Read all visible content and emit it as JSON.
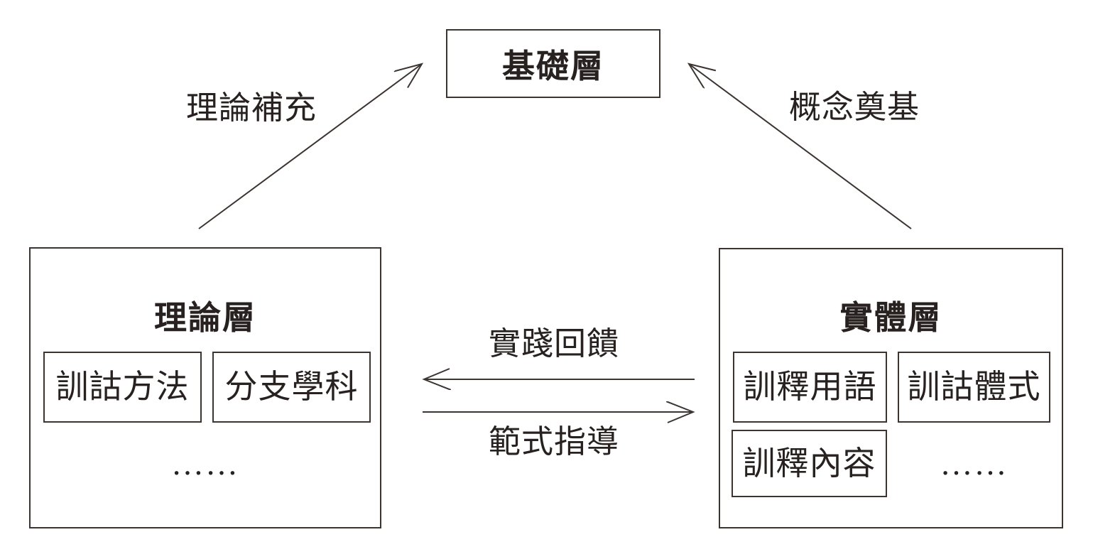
{
  "diagram": {
    "top_box": {
      "title": "基礎層"
    },
    "left_box": {
      "title": "理論層",
      "items": [
        "訓詁方法",
        "分支學科"
      ],
      "ellipsis": "……"
    },
    "right_box": {
      "title": "實體層",
      "items": [
        "訓釋用語",
        "訓詁體式",
        "訓釋內容"
      ],
      "ellipsis": "……"
    },
    "arrow_labels": {
      "left_diagonal": "理論補充",
      "right_diagonal": "概念奠基",
      "feedback": "實踐回饋",
      "guidance": "範式指導"
    },
    "colors": {
      "stroke": "#3b3431",
      "text": "#272120",
      "background": "#ffffff"
    }
  }
}
